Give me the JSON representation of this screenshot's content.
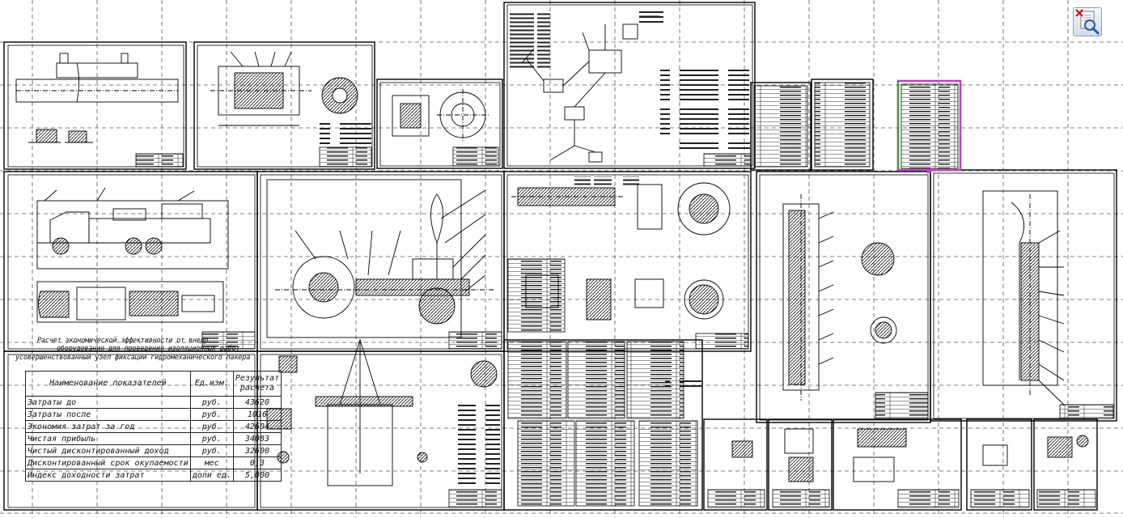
{
  "caption": {
    "line1": "Расчет экономической эффективности от внедр...",
    "line2": "оборудования для проведения изоляционных работ",
    "line3": "усовершенствованный узел фиксации гидромеханического пакера"
  },
  "econ_table": {
    "headers": {
      "name": "Наименование показателей",
      "unit": "Ед.изм.",
      "result": "Результат расчета"
    },
    "rows": [
      {
        "name": "Затраты до",
        "unit": "руб.",
        "value": "43620"
      },
      {
        "name": "Затраты после",
        "unit": "руб.",
        "value": "1016"
      },
      {
        "name": "Экономия затрат за год",
        "unit": "руб.",
        "value": "42604"
      },
      {
        "name": "Чистая прибыль",
        "unit": "руб.",
        "value": "34083"
      },
      {
        "name": "Чистый дисконтированный доход",
        "unit": "руб.",
        "value": "32600"
      },
      {
        "name": "Дисконтированный срок окупаемости",
        "unit": "мес",
        "value": "0,3"
      },
      {
        "name": "Индекс доходности затрат",
        "unit": "доли ед.",
        "value": "5,000"
      }
    ]
  },
  "icons": {
    "zoom_button": "zoom-magnifier-icon",
    "close_mark": "close-icon"
  },
  "colors": {
    "lines": "#000000",
    "grid": "#4a4a4a",
    "selection": "#c040c0",
    "selection_side": "#40a040",
    "background": "#ffffff"
  }
}
